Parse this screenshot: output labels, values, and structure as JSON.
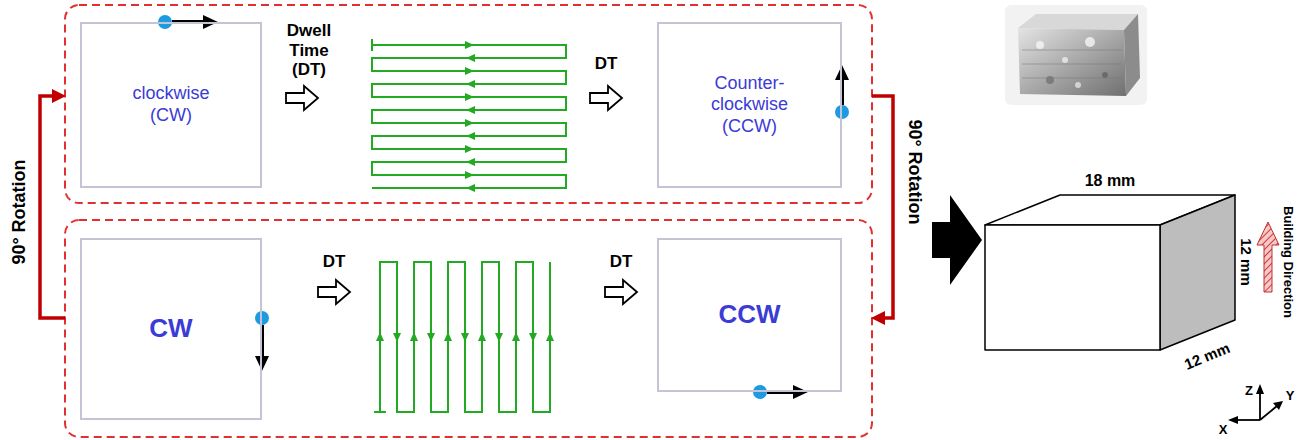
{
  "diagram": {
    "nodes": [
      {
        "text": [
          "clockwise (CW)"
        ]
      },
      {
        "text": [
          "Counter-clockwise (CCW)"
        ]
      },
      {
        "text": [
          "CW"
        ]
      },
      {
        "text": [
          "CCW"
        ]
      }
    ],
    "labels": [
      "Dwell Time (DT)",
      "DT",
      "DT",
      "DT",
      "90° Rotation",
      "90° Rotation",
      "18 mm",
      "12 mm",
      "12 mm",
      "Building Direction",
      "Z",
      "X",
      "Y"
    ]
  }
}
